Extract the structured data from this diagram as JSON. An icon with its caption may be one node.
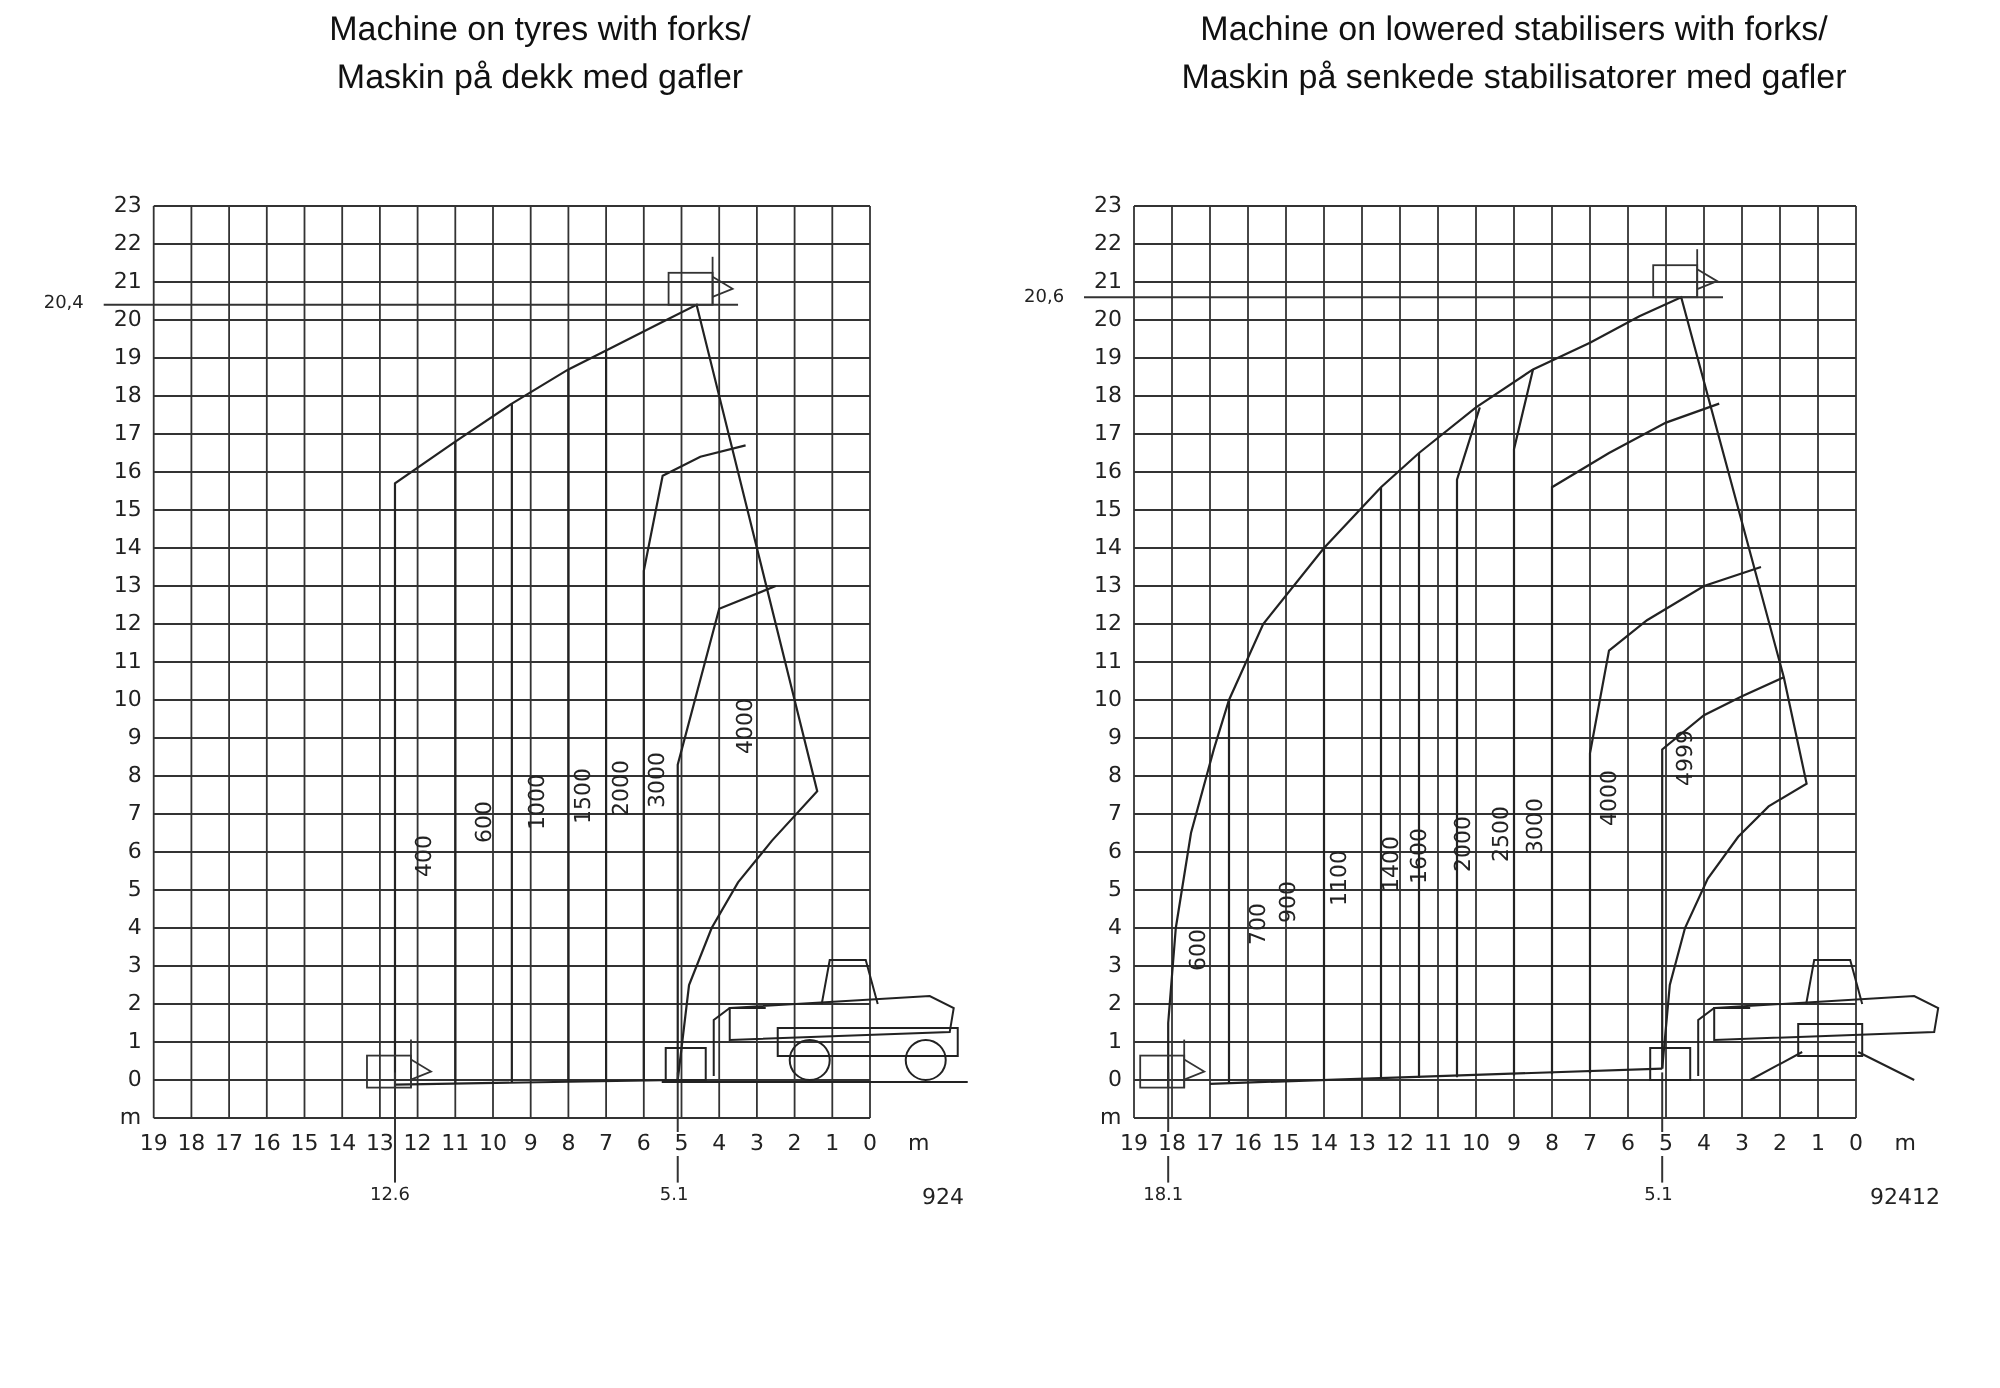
{
  "diagram": {
    "labels": [
      "Machine on tyres with forks/ Maskin på dekk med gafler",
      "Machine on lowered stabilisers with forks/ Maskin på senkede stabilisatorer med gafler",
      "23",
      "22",
      "21",
      "20",
      "19",
      "18",
      "17",
      "16",
      "15",
      "14",
      "13",
      "12",
      "11",
      "10",
      "9",
      "8",
      "7",
      "6",
      "5",
      "4",
      "3",
      "2",
      "1",
      "0",
      "m",
      "20,4",
      "400",
      "600",
      "1000",
      "1500",
      "2000",
      "3000",
      "4000",
      "19",
      "18",
      "17",
      "16",
      "15",
      "14",
      "13",
      "12",
      "11",
      "10",
      "9",
      "8",
      "7",
      "6",
      "5",
      "4",
      "3",
      "2",
      "1",
      "0",
      "m",
      "12.6",
      "5.1",
      "924",
      "23",
      "22",
      "21",
      "20",
      "19",
      "18",
      "17",
      "16",
      "15",
      "14",
      "13",
      "12",
      "11",
      "10",
      "9",
      "8",
      "7",
      "6",
      "5",
      "4",
      "3",
      "2",
      "1",
      "0",
      "m",
      "20,6",
      "600",
      "700",
      "900",
      "1100",
      "1400",
      "1600",
      "2000",
      "2500",
      "3000",
      "4000",
      "4999",
      "19",
      "18",
      "17",
      "16",
      "15",
      "14",
      "13",
      "12",
      "11",
      "10",
      "9",
      "8",
      "7",
      "6",
      "5",
      "4",
      "3",
      "2",
      "1",
      "0",
      "m",
      "18.1",
      "5.1",
      "92412"
    ]
  }
}
